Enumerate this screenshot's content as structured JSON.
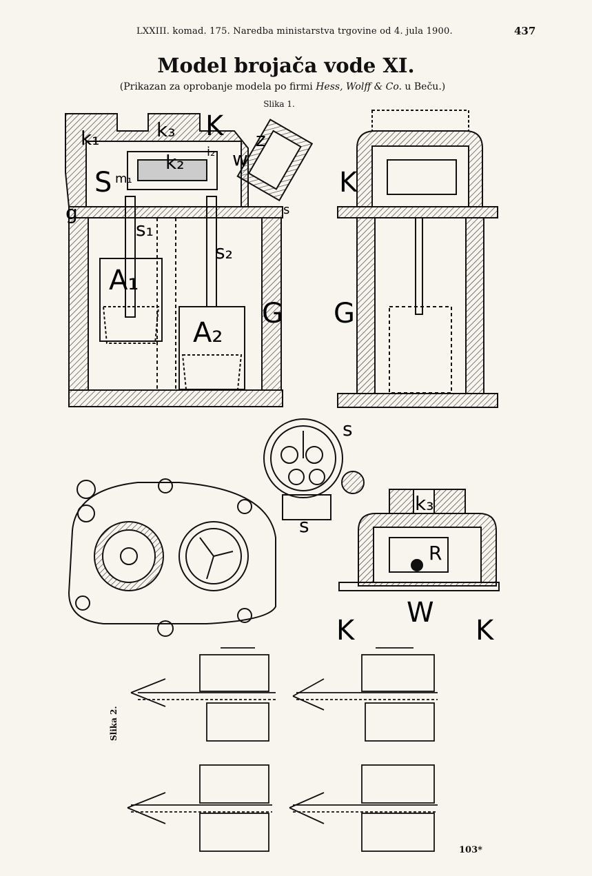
{
  "header": {
    "running_title": "LXXIII. komad. 175. Naredba ministarstva trgovine od 4. jula 1900.",
    "page_number": "437"
  },
  "title": "Model brojača vode XI.",
  "subtitle": {
    "prefix": "(Prikazan za oprobanje modela po firmi ",
    "firm": "Hess, Wolff & Co.",
    "suffix": " u Beču.)"
  },
  "figure1_caption": "Slika 1.",
  "figure2_caption": "Slika 2.",
  "footer_mark": "103*",
  "figure1_labels": {
    "k1": "k₁",
    "k3": "k₃",
    "K": "K",
    "z": "z",
    "k2": "k₂",
    "i2": "i₂",
    "w": "w",
    "S": "S",
    "m1": "m₁",
    "g": "g",
    "s": "s",
    "s1": "s₁",
    "s2": "s₂",
    "A1": "A₁",
    "A2": "A₂",
    "G": "G",
    "K_side": "K",
    "G_side": "G"
  },
  "detail_labels": {
    "s_top": "s",
    "s_bottom": "s",
    "k3": "k₃",
    "R": "R",
    "K_left": "K",
    "W": "W",
    "K_right": "K"
  },
  "colors": {
    "ink": "#111111",
    "paper": "#f7f5ee",
    "hatch": "#444444"
  }
}
